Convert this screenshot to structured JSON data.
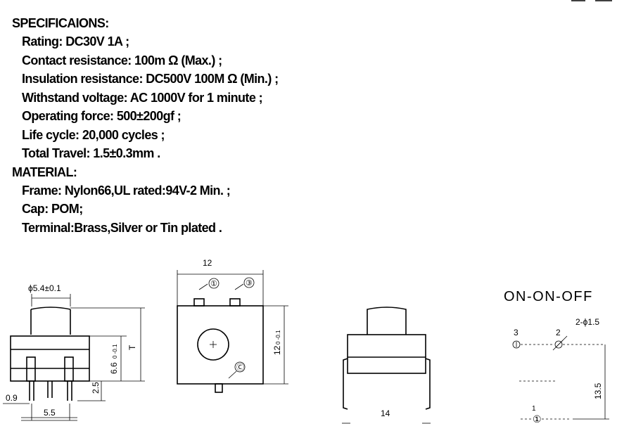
{
  "specifications": {
    "heading": "SPECIFICAIONS:",
    "lines": [
      "Rating:  DC30V 1A ;",
      "Contact resistance:  100m Ω  (Max.) ;",
      "Insulation resistance:  DC500V 100M  Ω (Min.) ;",
      "Withstand voltage:  AC 1000V for 1 minute ;",
      "Operating force:  500±200gf ;",
      "Life  cycle:    20,000 cycles ;",
      "Total Travel: 1.5±0.3mm ."
    ]
  },
  "material": {
    "heading": "MATERIAL:",
    "lines": [
      "Frame: Nylon66,UL rated:94V-2 Min. ;",
      "Cap: POM;",
      "Terminal:Brass,Silver or Tin plated ."
    ]
  },
  "drawings": {
    "side": {
      "cap_diameter": "ϕ5.4±0.1",
      "height": "6.6",
      "height_tol": "0 -0.1",
      "travel": "T",
      "pin_length": "2.5",
      "pin_width": "0.9",
      "pin_pitch": "5.5"
    },
    "front": {
      "width": "12",
      "height": "12",
      "height_tol": "0 -0.1",
      "pin_labels": [
        "①",
        "③",
        "Ⓒ"
      ]
    },
    "back": {
      "width": "14"
    },
    "circuit": {
      "mode": "ON-ON-OFF",
      "hole_note": "2-ϕ1.5",
      "pin3": "3",
      "pin2": "2",
      "pin1": "1",
      "pin_circle": "①",
      "height": "13.5"
    }
  }
}
